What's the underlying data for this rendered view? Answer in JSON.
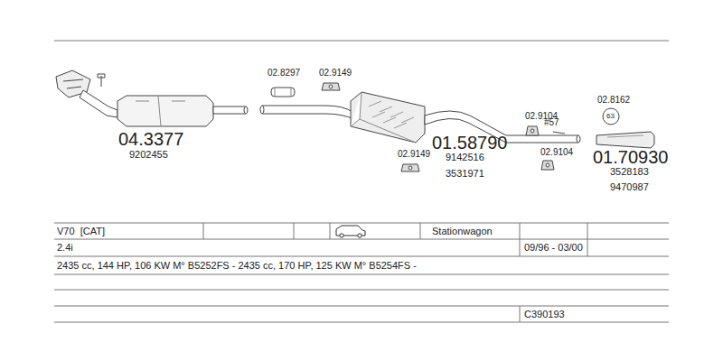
{
  "diagram": {
    "labels": [
      "02.8297",
      "02.9149",
      "04.3377",
      "9202455",
      "02.9104",
      "02.8162",
      "63",
      "#57",
      "01.58790",
      "9142516",
      "3531971",
      "02.9149",
      "02.9104",
      "01.70930",
      "3528183",
      "9470987",
      "V70  [CAT]",
      "Stationwagon",
      "2.4i",
      "09/96 - 03/00",
      "2435 cc, 144 HP, 106 KW M° B5252FS - 2435 cc, 170 HP, 125 KW M° B5254FS -",
      "C390193"
    ]
  }
}
